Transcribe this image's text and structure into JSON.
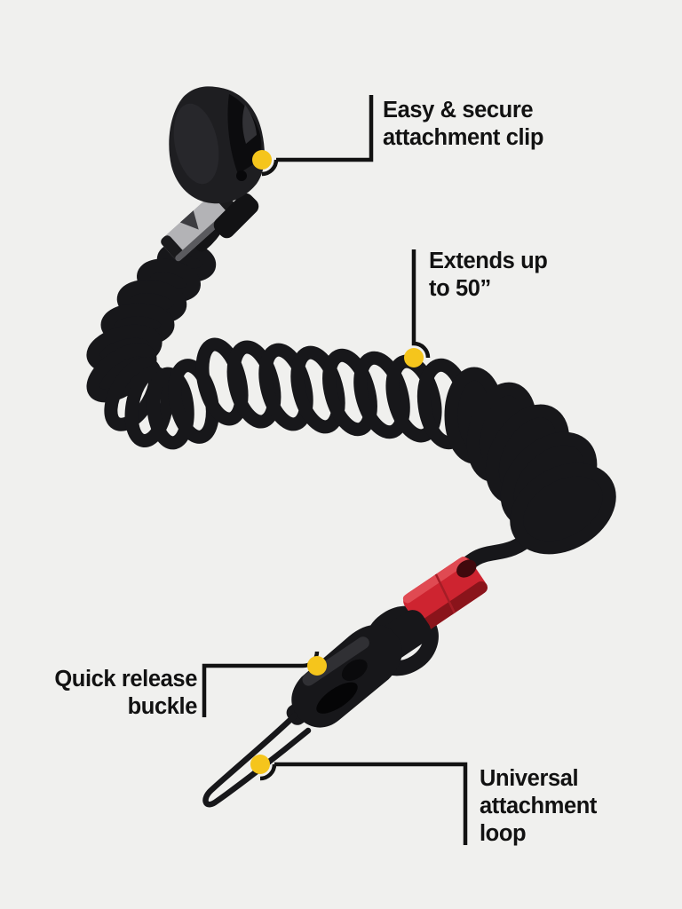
{
  "colors": {
    "background": "#f0f0ee",
    "text": "#121212",
    "leader_line": "#121212",
    "accent_dot": "#f5c51c",
    "cord_black": "#17171a",
    "clip_black": "#1e1e21",
    "clip_jaw_dark": "#0c0c0e",
    "webbing_gray": "#b3b3b6",
    "sleeve_red": "#ce2430",
    "sleeve_red_dark": "#8a141b",
    "sleeve_red_light": "#e04a52"
  },
  "callouts": {
    "attachment_clip": {
      "lines": [
        "Easy & secure",
        "attachment clip"
      ]
    },
    "extension": {
      "lines": [
        "Extends up",
        "to 50”"
      ]
    },
    "quick_release": {
      "lines": [
        "Quick release",
        "buckle"
      ]
    },
    "universal_loop": {
      "lines": [
        "Universal",
        "attachment",
        "loop"
      ]
    }
  }
}
